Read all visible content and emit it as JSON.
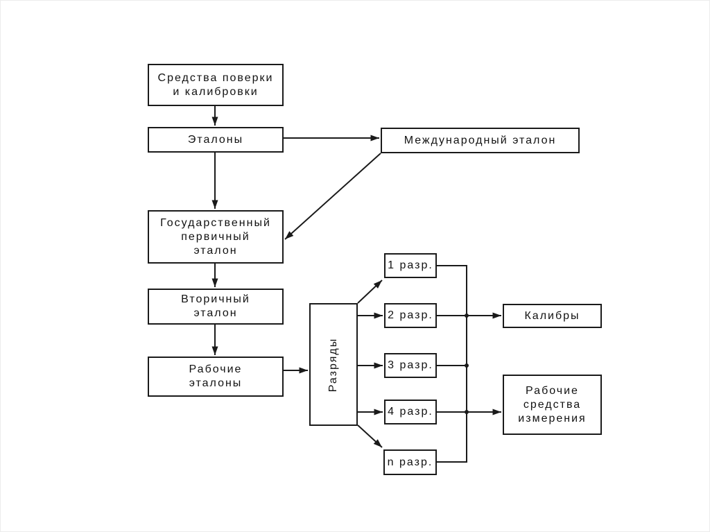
{
  "diagram": {
    "colors": {
      "line": "#1a1a1a",
      "text": "#111111",
      "background": "#ffffff"
    },
    "boxes": {
      "sredstva": {
        "lines": [
          "Средства поверки",
          "и калибровки"
        ]
      },
      "etalony": {
        "label": "Эталоны"
      },
      "mezhdunarodny": {
        "label": "Международный эталон"
      },
      "gosudarstvenny": {
        "lines": [
          "Государственный",
          "первичный",
          "эталон"
        ]
      },
      "vtorichny": {
        "lines": [
          "Вторичный",
          "эталон"
        ]
      },
      "rabochie_etalony": {
        "lines": [
          "Рабочие",
          "эталоны"
        ]
      },
      "razryady": {
        "label": "Разряды"
      },
      "razr_1": {
        "label": "1 разр."
      },
      "razr_2": {
        "label": "2 разр."
      },
      "razr_3": {
        "label": "3 разр."
      },
      "razr_4": {
        "label": "4 разр."
      },
      "razr_n": {
        "label": "n разр."
      },
      "kalibry": {
        "label": "Калибры"
      },
      "rabochie_sredstva": {
        "lines": [
          "Рабочие",
          "средства",
          "измерения"
        ]
      }
    }
  }
}
